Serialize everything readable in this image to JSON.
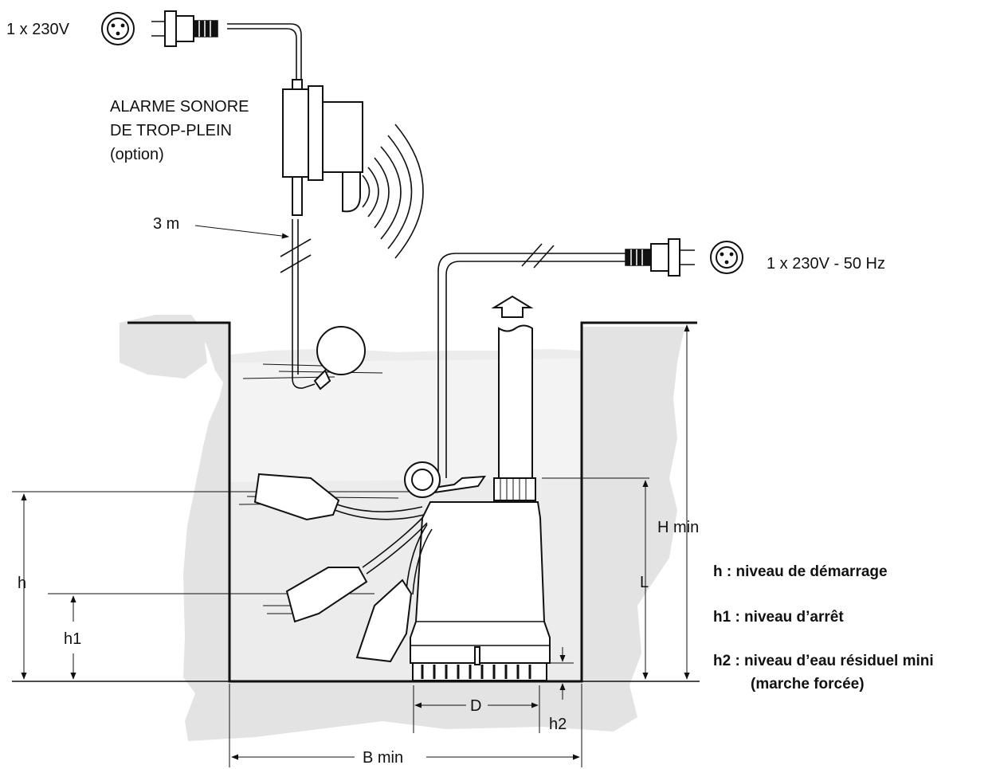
{
  "power": {
    "top_plug_label": "1 x 230V",
    "right_plug_label": "1 x 230V - 50 Hz"
  },
  "alarm": {
    "line1": "ALARME SONORE",
    "line2": "DE TROP-PLEIN",
    "line3": "(option)",
    "cable_length": "3 m"
  },
  "dimensions": {
    "h": "h",
    "h1": "h1",
    "h2": "h2",
    "L": "L",
    "H_min": "H min",
    "D": "D",
    "B_min": "B min"
  },
  "legend": {
    "h": "h : niveau de démarrage",
    "h1": "h1 : niveau d’arrêt",
    "h2_line1": "h2 : niveau d’eau résiduel mini",
    "h2_line2": "(marche forcée)"
  }
}
